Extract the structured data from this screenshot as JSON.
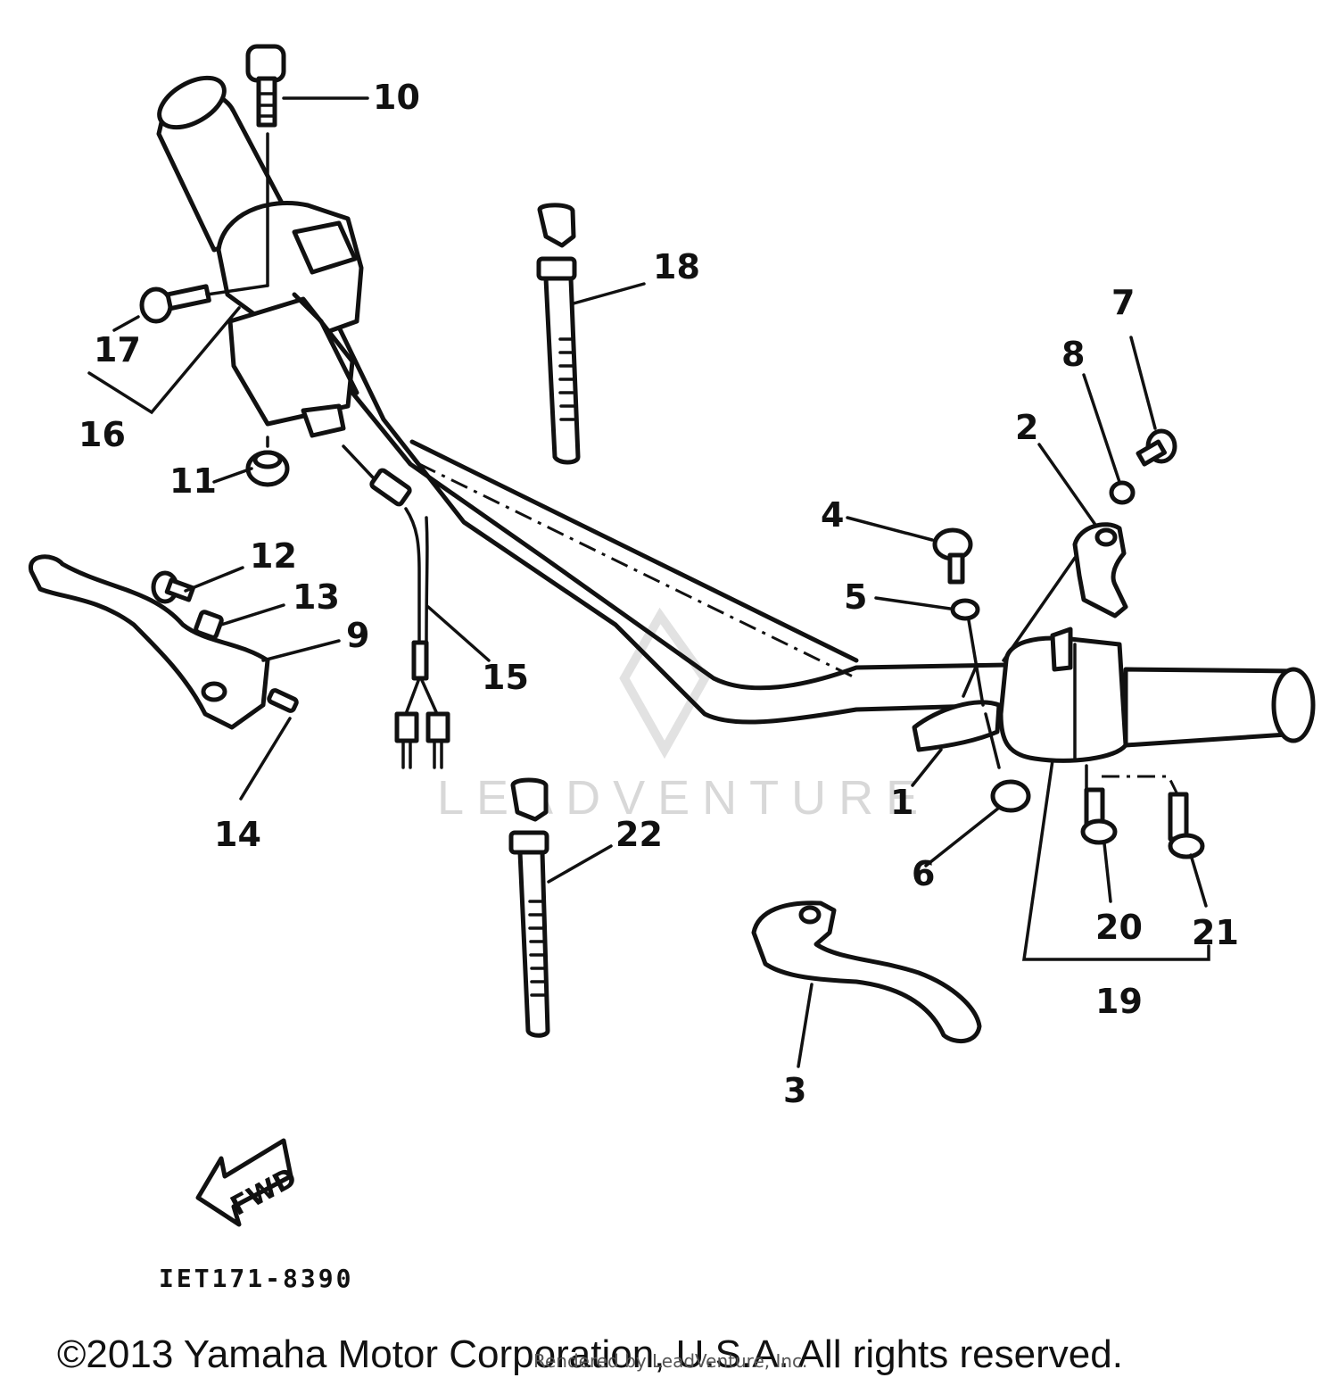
{
  "callouts": {
    "c1": "1",
    "c2": "2",
    "c3": "3",
    "c4": "4",
    "c5": "5",
    "c6": "6",
    "c7": "7",
    "c8": "8",
    "c9": "9",
    "c10": "10",
    "c11": "11",
    "c12": "12",
    "c13": "13",
    "c14": "14",
    "c15": "15",
    "c16": "16",
    "c17": "17",
    "c18": "18",
    "c19": "19",
    "c20": "20",
    "c21": "21",
    "c22": "22"
  },
  "fwd_label": "FWD",
  "diagram_code": "IET171-8390",
  "watermark": "LEADVENTURE",
  "rendered_by": "Rendered by LeadVenture, Inc.",
  "copyright": "©2013 Yamaha Motor Corporation, U.S.A. All rights reserved."
}
